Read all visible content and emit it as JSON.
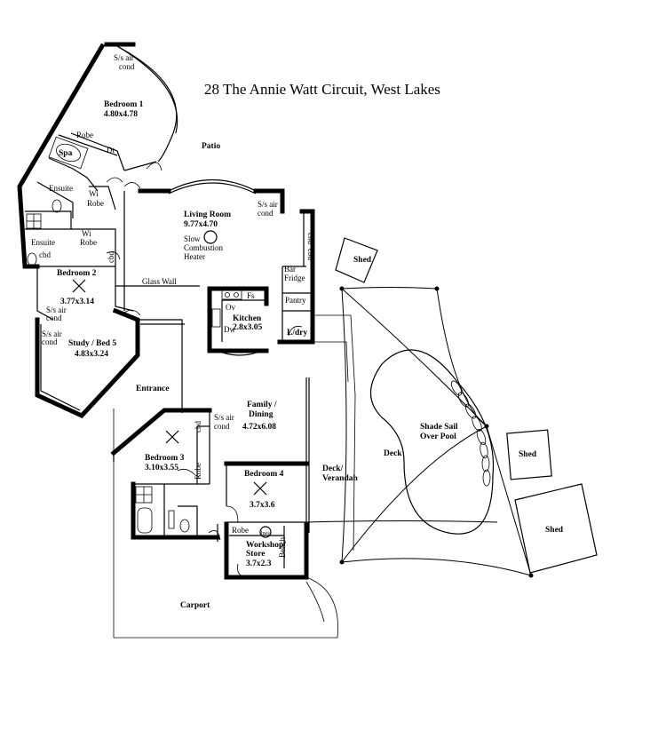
{
  "title": "28 The Annie Watt Circuit,  West Lakes",
  "rooms": {
    "bedroom1": {
      "name": "Bedroom 1",
      "size": "4.80x4.78"
    },
    "living": {
      "name": "Living Room",
      "size": "9.77x4.70",
      "heater_line1": "Slow",
      "heater_line2": "Combustion",
      "heater_line3": "Heater"
    },
    "bedroom2": {
      "name": "Bedroom 2",
      "size": "3.77x3.14"
    },
    "study": {
      "name": "Study / Bed 5",
      "size": "4.83x3.24"
    },
    "kitchen": {
      "name": "Kitchen",
      "size": "2.8x3.05"
    },
    "family": {
      "name_line1": "Family /",
      "name_line2": "Dining",
      "size": "4.72x6.08"
    },
    "bedroom3": {
      "name": "Bedroom 3",
      "size": "3.10x3.55"
    },
    "bedroom4": {
      "name": "Bedroom 4",
      "size": "3.7x3.6"
    },
    "workshop": {
      "name_line1": "Workshop/",
      "name_line2": "Store",
      "size": "3.7x2.3"
    }
  },
  "labels": {
    "patio": "Patio",
    "spa": "Spa",
    "robe": "Robe",
    "dt": "Dt",
    "ensuite": "Ensuite",
    "wi": "Wi",
    "robe_lower": "Robe",
    "cbd": "cbd",
    "sfs_air": "S/s air",
    "cond": "cond",
    "glass_wall": "Glass Wall",
    "fs": "Fs",
    "ov": "Ov",
    "dw": "Dw",
    "bar": "Bar",
    "fridge": "Fridge",
    "pantry": "Pantry",
    "ldry": "L/dry",
    "shed": "Shed",
    "entrance": "Entrance",
    "deck": "Deck",
    "deck_verandah_1": "Deck/",
    "deck_verandah_2": "Verandah",
    "shade_sail_1": "Shade Sail",
    "shade_sail_2": "Over Pool",
    "hws": "hws",
    "bench": "Bench",
    "carport": "Carport"
  }
}
